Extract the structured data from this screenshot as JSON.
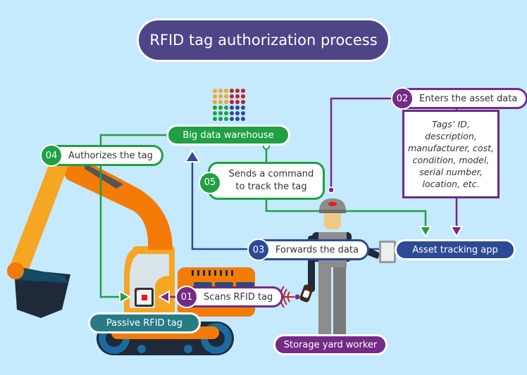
{
  "title": "RFID tag authorization process",
  "colors": {
    "background": "#c5e9fd",
    "title_fill": "#4e4589",
    "purple": "#742b86",
    "green": "#20a043",
    "navy": "#2e4a94",
    "teal": "#277b85",
    "orange": "#f47b08",
    "yellow_orange": "#f5a623"
  },
  "steps": [
    {
      "number": "01",
      "label": "Scans RFID tag",
      "color": "purple"
    },
    {
      "number": "02",
      "label": "Enters the asset data",
      "color": "purple"
    },
    {
      "number": "03",
      "label": "Forwards the data",
      "color": "navy"
    },
    {
      "number": "04",
      "label": "Authorizes the tag",
      "color": "green"
    },
    {
      "number": "05",
      "label_line1": "Sends a command",
      "label_line2": "to track the tag",
      "color": "green"
    }
  ],
  "nodes": {
    "warehouse": "Big data warehouse",
    "app": "Asset tracking app",
    "tag": "Passive RFID tag",
    "worker": "Storage yard worker"
  },
  "asset_data_fields": "Tags’ ID, description, manufacturer, cost, condition, model, serial number, location, etc.",
  "icons": {
    "warehouse": "dot-grid-database-icon",
    "tag": "rfid-chip-icon",
    "scanner": "handheld-scanner-icon",
    "signal": "wireless-signal-icon",
    "tablet": "tablet-icon",
    "excavator": "excavator-illustration",
    "worker": "worker-illustration"
  }
}
